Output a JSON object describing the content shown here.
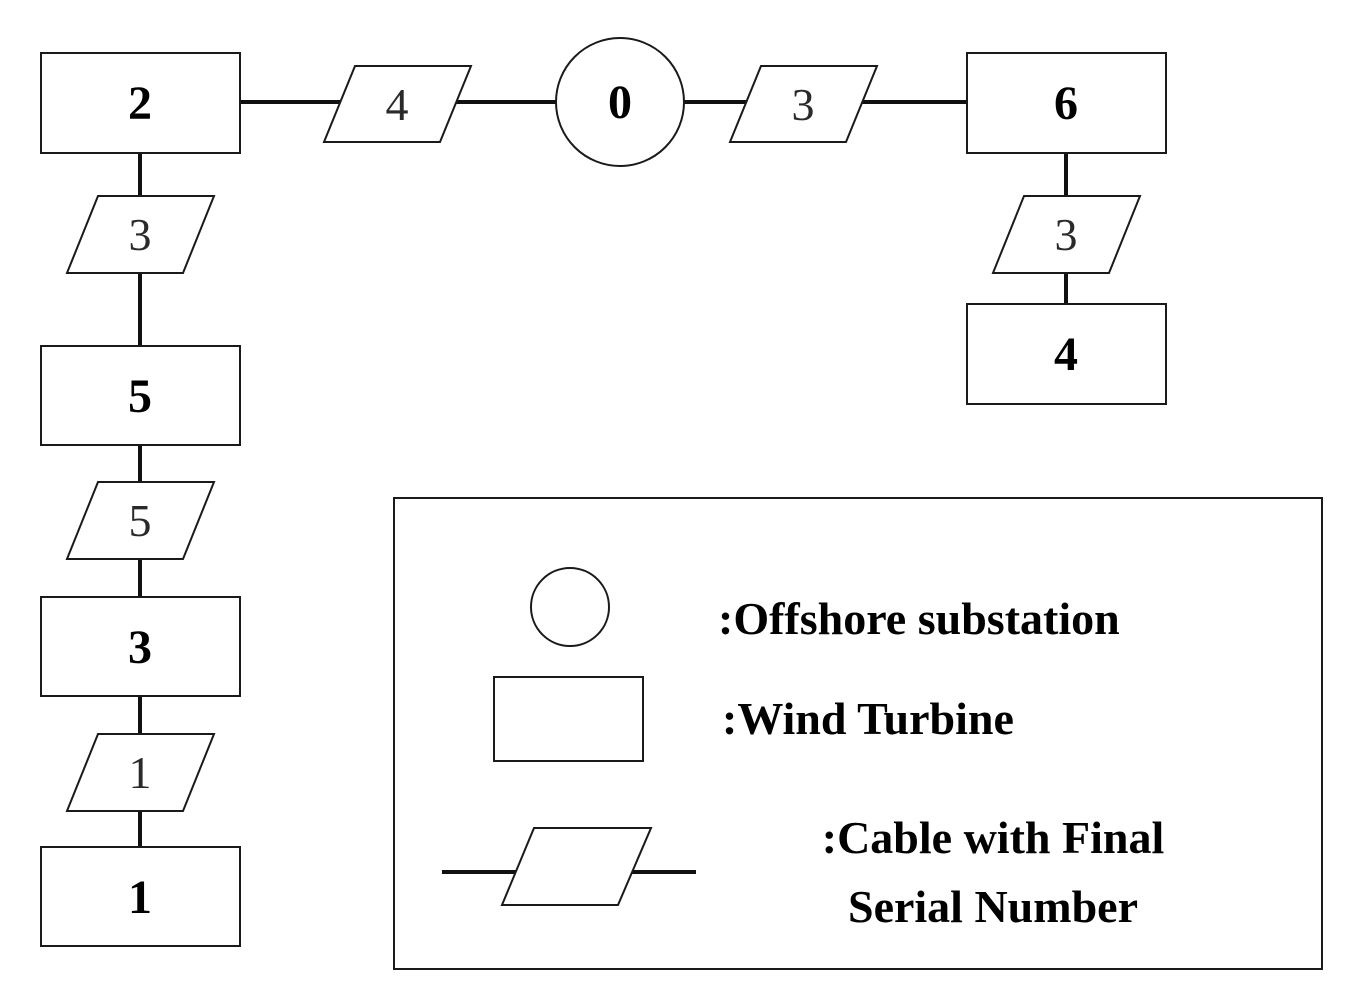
{
  "nodes": {
    "substation": "0",
    "turbine_2": "2",
    "turbine_5": "5",
    "turbine_3": "3",
    "turbine_1": "1",
    "turbine_6": "6",
    "turbine_4": "4"
  },
  "cables": {
    "c_2_0": "4",
    "c_0_6": "3",
    "c_2_5": "3",
    "c_5_3": "5",
    "c_3_1": "1",
    "c_6_4": "3"
  },
  "legend": {
    "substation_label": ":Offshore substation",
    "turbine_label": ":Wind Turbine",
    "cable_label_line1": ":Cable with Final",
    "cable_label_line2": "Serial Number"
  }
}
